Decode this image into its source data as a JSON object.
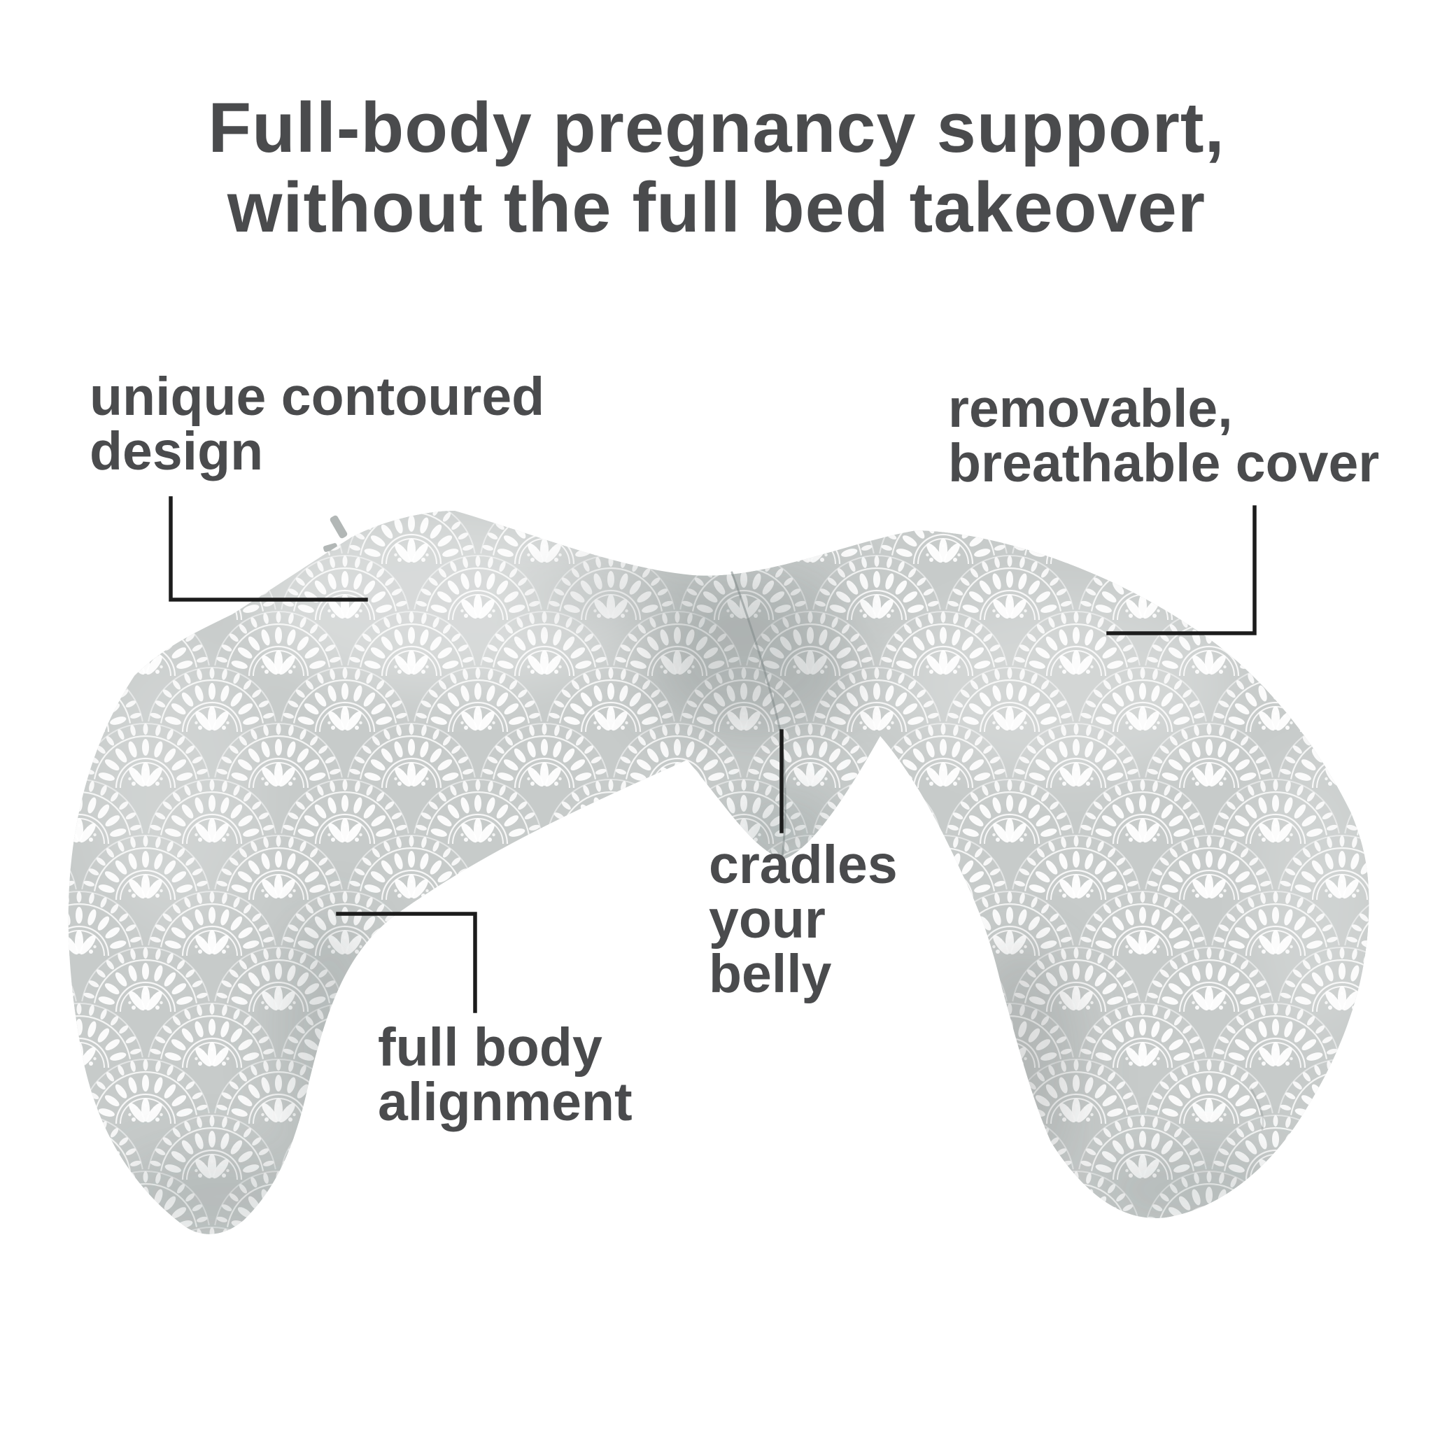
{
  "heading": {
    "line1": "Full-body pregnancy support,",
    "line2": "without the full bed takeover"
  },
  "annotations": {
    "contoured_design": {
      "line1": "unique contoured",
      "line2": "design"
    },
    "breathable_cover": {
      "line1": "removable,",
      "line2": "breathable cover"
    },
    "cradles_belly": {
      "line1": "cradles",
      "line2": "your",
      "line3": "belly"
    },
    "body_alignment": {
      "line1": "full body",
      "line2": "alignment"
    }
  },
  "product_image": {
    "alt": "gray contoured pregnancy pillow with white scalloped fan pattern and zipper"
  },
  "colors": {
    "heading_text": "#4a4b4d",
    "annotation_text": "#4a4b4d",
    "callout_line": "#1c1c1c",
    "pillow_base": "#c7cbca",
    "pillow_pattern": "#ffffff",
    "background": "#ffffff"
  }
}
